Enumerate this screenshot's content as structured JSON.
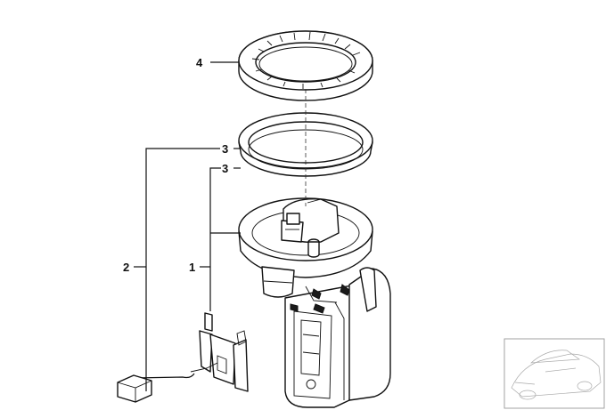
{
  "callouts": {
    "part_1": "1",
    "part_2": "2",
    "part_3_upper": "3",
    "part_3_lower": "3",
    "part_4": "4"
  },
  "colors": {
    "line": "#111111",
    "background": "#ffffff",
    "thumbnail": "#999999"
  },
  "icons": {
    "thumbnail": "car-outline-icon"
  }
}
